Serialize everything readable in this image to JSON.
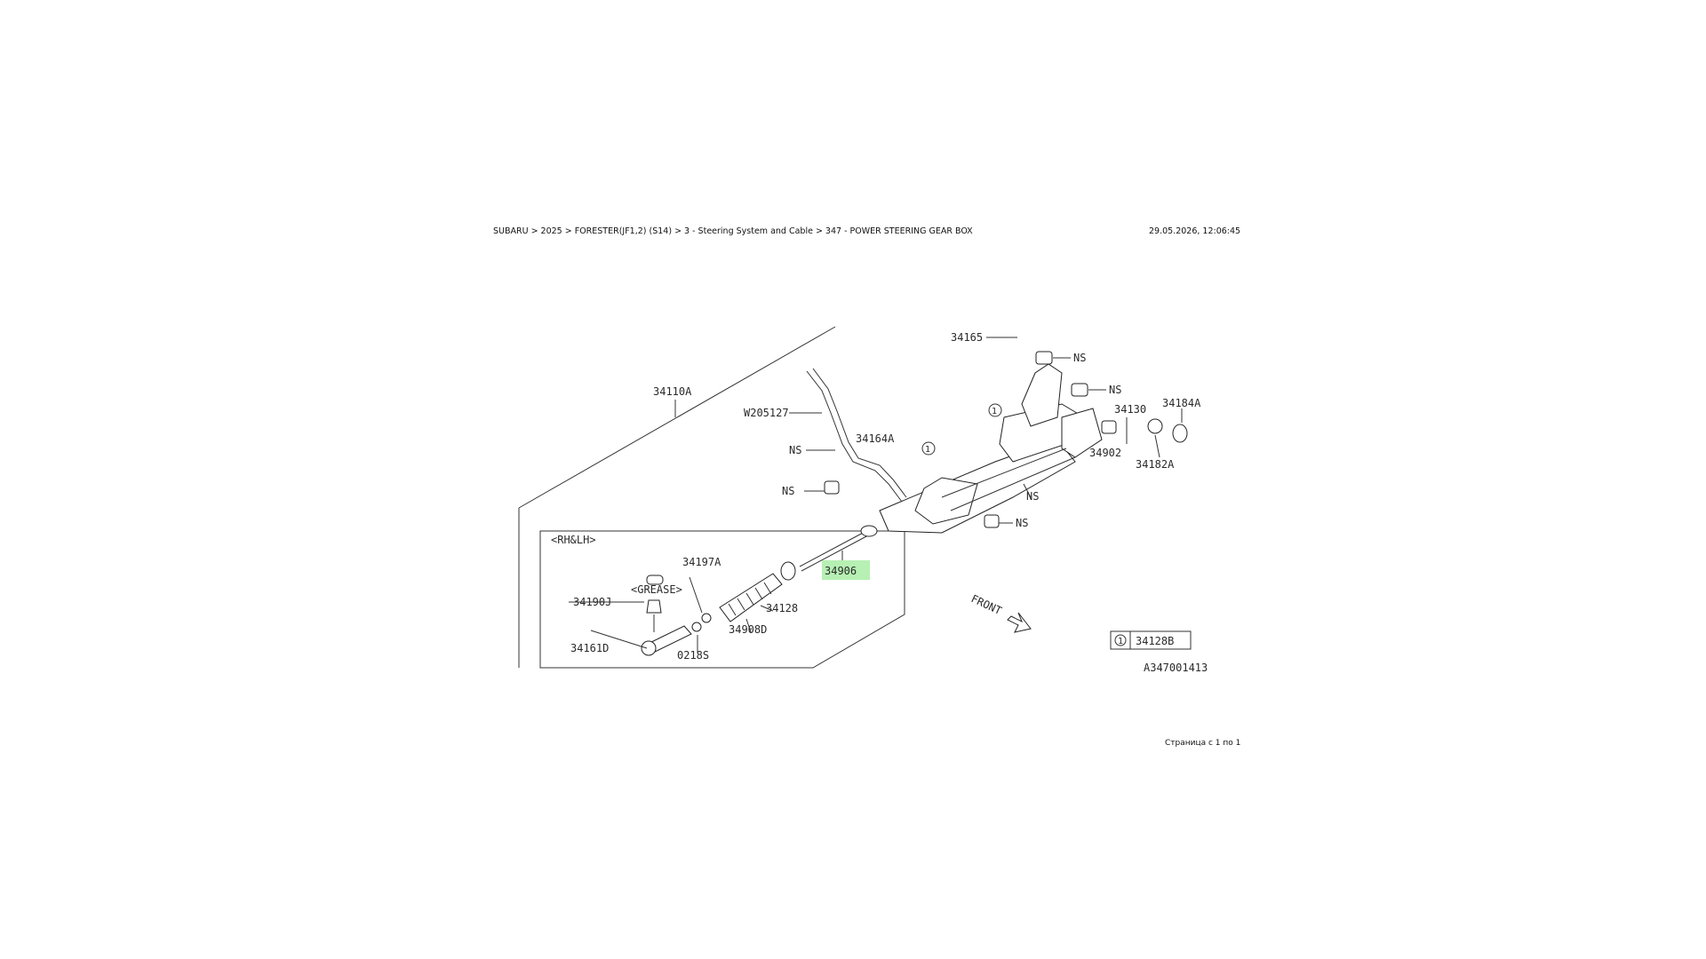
{
  "header": {
    "breadcrumb": "SUBARU > 2025 > FORESTER(JF1,2) (S14) > 3 - Steering System and Cable > 347 - POWER STEERING GEAR BOX",
    "timestamp": "29.05.2026, 12:06:45"
  },
  "diagram": {
    "labels": {
      "p34110A": "34110A",
      "p34165": "34165",
      "ns1": "NS",
      "ns2": "NS",
      "ns3": "NS",
      "ns4": "NS",
      "ns5": "NS",
      "ns6": "NS",
      "w205127": "W205127",
      "p34164A": "34164A",
      "p34130": "34130",
      "p34184A": "34184A",
      "p34902": "34902",
      "p34182A": "34182A",
      "rhlh": "<RH&LH>",
      "p34197A": "34197A",
      "grease": "<GREASE>",
      "p34190J": "34190J",
      "p34128": "34128",
      "p34906": "34906",
      "p34908D": "34908D",
      "p34161D": "34161D",
      "p0218S": "0218S",
      "front": "FRONT",
      "legend_num": "1",
      "legend_code": "34128B",
      "ref_code": "A347001413",
      "circ1": "1",
      "circ2": "1"
    },
    "highlighted_part": "34906",
    "highlight_color": "#b6f0b3"
  },
  "footer": {
    "page_info": "Страница с 1 по 1"
  }
}
